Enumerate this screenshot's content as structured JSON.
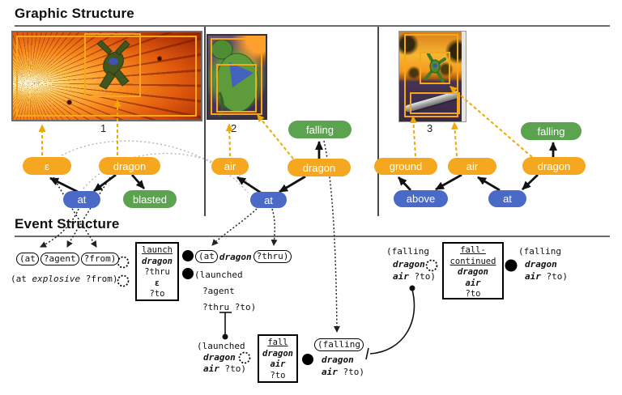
{
  "titles": {
    "graphic": "Graphic Structure",
    "event": "Event Structure"
  },
  "panels": {
    "p1_label": "1",
    "p2_label": "2",
    "p3_label": "3"
  },
  "nodes": {
    "p1": {
      "epsilon": "ε",
      "dragon": "dragon",
      "at": "at",
      "blasted": "blasted"
    },
    "p2": {
      "air": "air",
      "dragon": "dragon",
      "at": "at",
      "falling": "falling"
    },
    "p3": {
      "ground": "ground",
      "air": "air",
      "dragon": "dragon",
      "above": "above",
      "at": "at",
      "falling": "falling"
    }
  },
  "events": {
    "g1": {
      "n_at": "(at",
      "n_agent": "?agent",
      "n_from": "?from)",
      "ground_open": "(at",
      "ground_lex": "explosive",
      "ground_close": "?from)",
      "box_title": "launch",
      "box_a1": "dragon",
      "box_a2": "?thru",
      "box_a3": "ε",
      "box_a4": "?to"
    },
    "g2": {
      "row_at": "(at",
      "row_dragon": "dragon",
      "row_thru": "?thru)",
      "schema_l1": "(launched",
      "schema_l2": "?agent",
      "schema_l3": "?thru ?to)",
      "ground_l1": "(launched",
      "ground_dragon": "dragon",
      "ground_air": "air",
      "ground_to": "?to)",
      "box_title": "fall",
      "box_a1": "dragon",
      "box_a2": "air",
      "box_a3": "?to",
      "fal_open": "(falling",
      "fal_dragon": "dragon",
      "fal_air": "air",
      "fal_to": "?to)"
    },
    "g3": {
      "left_open": "(falling",
      "left_dragon": "dragon",
      "left_air": "air",
      "left_to": "?to)",
      "box_t1": "fall-",
      "box_t2": "continued",
      "box_a1": "dragon",
      "box_a2": "air",
      "box_a3": "?to",
      "right_open": "(falling",
      "right_dragon": "dragon",
      "right_air": "air",
      "right_to": "?to)"
    }
  },
  "colors": {
    "entity_node": "#f5a71f",
    "relation_node": "#4b69c6",
    "predicate_node": "#5ba34e",
    "dashed_arrow": "#f0a800",
    "coreference_arc": "#b5b5b5"
  }
}
